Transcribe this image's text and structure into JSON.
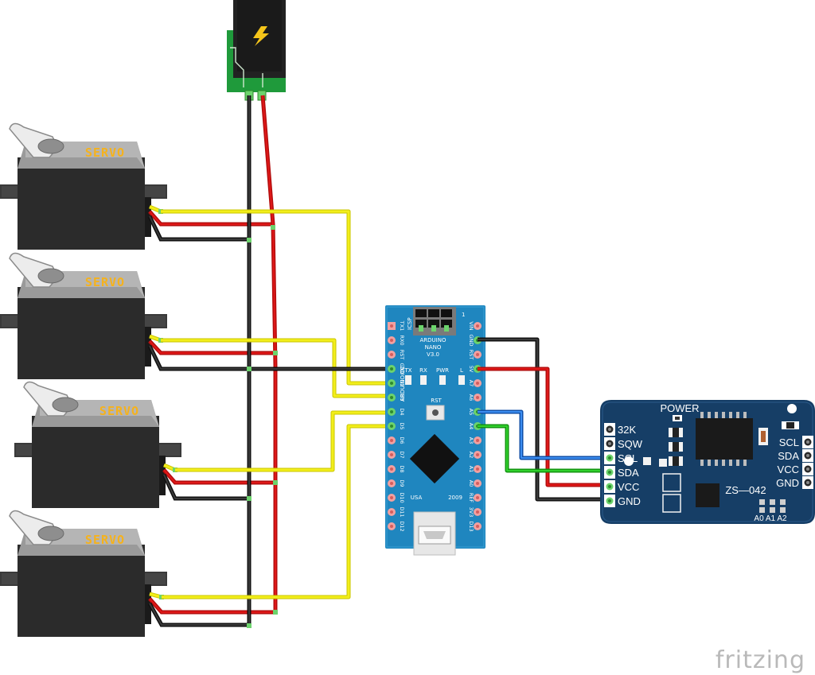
{
  "servos": [
    {
      "label": "SERVO"
    },
    {
      "label": "SERVO"
    },
    {
      "label": "SERVO"
    },
    {
      "label": "SERVO"
    }
  ],
  "power_jack": {
    "icon": "lightning-icon"
  },
  "arduino": {
    "title_line1": "ARDUINO",
    "title_line2": "NANO",
    "title_line3": "V3.0",
    "icsp": "ICSP",
    "icsp_pin1": "1",
    "brand_vertical": "ARDUINO.CC",
    "led_tx": "TX",
    "led_rx": "RX",
    "led_pwr": "PWR",
    "led_l": "L",
    "rst": "RST",
    "usa": "USA",
    "year": "2009",
    "left_pins": [
      "TX1",
      "RX0",
      "RST",
      "GND",
      "D2",
      "D3",
      "D4",
      "D5",
      "D6",
      "D7",
      "D8",
      "D9",
      "D10",
      "D11",
      "D12"
    ],
    "right_pins": [
      "VIN",
      "GND",
      "RST",
      "5V",
      "A7",
      "A6",
      "A5",
      "A4",
      "A3",
      "A2",
      "A1",
      "A0",
      "REF",
      "3V3",
      "D13"
    ]
  },
  "rtc": {
    "power": "POWER",
    "model": "ZS—042",
    "left_pins": [
      "32K",
      "SQW",
      "SCL",
      "SDA",
      "VCC",
      "GND"
    ],
    "right_pins": [
      "SCL",
      "SDA",
      "VCC",
      "GND"
    ],
    "addr_pins": "A0 A1 A2"
  },
  "watermark": "fritzing",
  "colors": {
    "signal": "#f2ee1a",
    "power_pos": "#d41111",
    "ground": "#1a1a1a",
    "scl": "#1f6fd6",
    "sda": "#20c020",
    "board": "#1f86bf",
    "rtc_board": "#163e66",
    "servo_body": "#2b2b2b"
  }
}
